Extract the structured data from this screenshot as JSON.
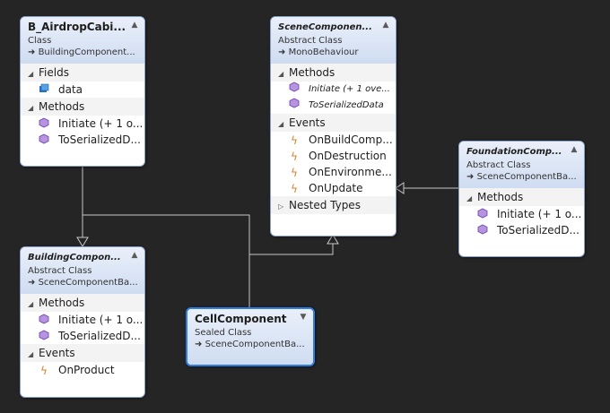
{
  "classes": {
    "airdrop": {
      "name": "B_AirdropCabi...",
      "kind": "Class",
      "base": "BuildingComponent...",
      "fields_label": "Fields",
      "fields": [
        "data"
      ],
      "methods_label": "Methods",
      "methods": [
        "Initiate (+ 1 o...",
        "ToSerializedD..."
      ]
    },
    "scene": {
      "name": "SceneComponen...",
      "kind": "Abstract Class",
      "base": "MonoBehaviour",
      "methods_label": "Methods",
      "methods": [
        "Initiate (+ 1 ove...",
        "ToSerializedData"
      ],
      "events_label": "Events",
      "events": [
        "OnBuildComp...",
        "OnDestruction",
        "OnEnvironme...",
        "OnUpdate"
      ],
      "nested_label": "Nested Types"
    },
    "foundation": {
      "name": "FoundationComp...",
      "kind": "Abstract Class",
      "base": "SceneComponentBa...",
      "methods_label": "Methods",
      "methods": [
        "Initiate (+ 1 o...",
        "ToSerializedD..."
      ]
    },
    "building": {
      "name": "BuildingCompon...",
      "kind": "Abstract Class",
      "base": "SceneComponentBa...",
      "methods_label": "Methods",
      "methods": [
        "Initiate (+ 1 o...",
        "ToSerializedD..."
      ],
      "events_label": "Events",
      "events": [
        "OnProduct"
      ]
    },
    "cell": {
      "name": "CellComponent",
      "kind": "Sealed Class",
      "base": "SceneComponentBa..."
    }
  },
  "icons": {
    "collapse": "collapse-chevron-icon",
    "expand": "expand-chevron-icon",
    "field": "field-icon",
    "method": "method-icon",
    "event": "event-icon",
    "inherit": "inherits-arrow-icon"
  },
  "colors": {
    "background": "#252526",
    "header": "#cfdcf1",
    "selection": "#2f7ee6",
    "connector": "#c8c8c8",
    "method_icon": "#8c5cc4",
    "event_icon": "#d9822b"
  }
}
